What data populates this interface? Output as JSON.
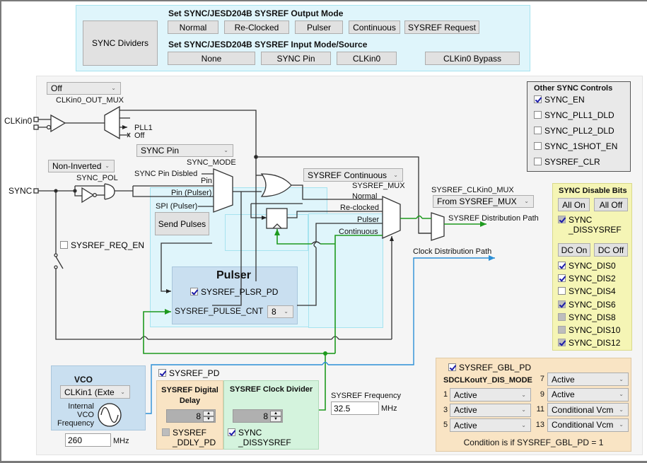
{
  "top_panel": {
    "sync_dividers_label": "SYNC Dividers",
    "output_mode_title": "Set SYNC/JESD204B SYSREF Output Mode",
    "output_mode_buttons": [
      "Normal",
      "Re-Clocked",
      "Pulser",
      "Continuous",
      "SYSREF Request"
    ],
    "input_mode_title": "Set SYNC/JESD204B SYSREF Input Mode/Source",
    "input_mode_buttons": [
      "None",
      "SYNC Pin",
      "CLKin0",
      "CLKin0 Bypass"
    ]
  },
  "diagram": {
    "clkin0_out_mux": {
      "value": "Off",
      "label": "CLKin0_OUT_MUX"
    },
    "clkin0_label": "CLKin0",
    "pll1_label": "PLL1",
    "off_label": "Off",
    "sync_label": "SYNC",
    "sync_pol": {
      "value": "Non-Inverted",
      "label": "SYNC_POL"
    },
    "sync_mode": {
      "value": "SYNC Pin",
      "label": "SYNC_MODE"
    },
    "sync_mode_inputs": [
      "SYNC Pin Disbled",
      "Pin",
      "Pin (Pulser)",
      "SPI (Pulser)"
    ],
    "send_pulses_label": "Send Pulses",
    "sysref_req_en": {
      "label": "SYSREF_REQ_EN",
      "checked": false
    },
    "sysref_mux": {
      "value": "SYSREF Continuous",
      "label": "SYSREF_MUX"
    },
    "sysref_mux_inputs": [
      "Normal",
      "Re-clocked",
      "Pulser",
      "Continuous"
    ],
    "sysref_clkin0_mux": {
      "label": "SYSREF_CLKin0_MUX",
      "value": "From SYSREF_MUX"
    },
    "sysref_distribution_path": "SYSREF Distribution Path",
    "clock_distribution_path": "Clock Distribution Path",
    "pulser": {
      "title": "Pulser",
      "plsr_pd": {
        "label": "SYSREF_PLSR_PD",
        "checked": true
      },
      "pulse_cnt_label": "SYSREF_PULSE_CNT",
      "pulse_cnt_value": "8"
    }
  },
  "other_sync_controls": {
    "title": "Other SYNC Controls",
    "items": [
      {
        "label": "SYNC_EN",
        "checked": true
      },
      {
        "label": "SYNC_PLL1_DLD",
        "checked": false
      },
      {
        "label": "SYNC_PLL2_DLD",
        "checked": false
      },
      {
        "label": "SYNC_1SHOT_EN",
        "checked": false
      },
      {
        "label": "SYSREF_CLR",
        "checked": false
      }
    ]
  },
  "sync_disable_bits": {
    "title": "SYNC Disable Bits",
    "all_on": "All On",
    "all_off": "All Off",
    "dissysref": {
      "label_line1": "SYNC",
      "label_line2": "_DISSYSREF",
      "checked": true,
      "disabled": true
    },
    "dc_on": "DC On",
    "dc_off": "DC Off",
    "items": [
      {
        "label": "SYNC_DIS0",
        "checked": true,
        "disabled": false
      },
      {
        "label": "SYNC_DIS2",
        "checked": true,
        "disabled": false
      },
      {
        "label": "SYNC_DIS4",
        "checked": false,
        "disabled": false
      },
      {
        "label": "SYNC_DIS6",
        "checked": true,
        "disabled": true
      },
      {
        "label": "SYNC_DIS8",
        "checked": false,
        "disabled": true
      },
      {
        "label": "SYNC_DIS10",
        "checked": false,
        "disabled": true
      },
      {
        "label": "SYNC_DIS12",
        "checked": true,
        "disabled": true
      }
    ]
  },
  "vco": {
    "title": "VCO",
    "source_value": "CLKin1 (Exte",
    "freq_label_lines": [
      "Internal",
      "VCO",
      "Frequency"
    ],
    "freq_value": "260",
    "freq_unit": "MHz"
  },
  "sysref_pd": {
    "label": "SYSREF_PD",
    "checked": true
  },
  "digital_delay": {
    "title_line1": "SYSREF Digital",
    "title_line2": "Delay",
    "value": "8",
    "ddly_pd": {
      "label_line1": "SYSREF",
      "label_line2": "_DDLY_PD",
      "checked": false,
      "disabled": true
    }
  },
  "clock_divider": {
    "title": "SYSREF Clock Divider",
    "value": "8",
    "dissysref": {
      "label_line1": "SYNC",
      "label_line2": "_DISSYSREF",
      "checked": true
    }
  },
  "sysref_frequency": {
    "label": "SYSREF Frequency",
    "value": "32.5",
    "unit": "MHz"
  },
  "global": {
    "gbl_pd": {
      "label": "SYSREF_GBL_PD",
      "checked": true
    },
    "dis_mode_title": "SDCLKoutY_DIS_MODE",
    "left": [
      {
        "num": "1",
        "value": "Active"
      },
      {
        "num": "3",
        "value": "Active"
      },
      {
        "num": "5",
        "value": "Active"
      }
    ],
    "right": [
      {
        "num": "7",
        "value": "Active"
      },
      {
        "num": "9",
        "value": "Active"
      },
      {
        "num": "11",
        "value": "Conditional Vcm"
      },
      {
        "num": "13",
        "value": "Conditional Vcm"
      }
    ],
    "condition_note": "Condition is if SYSREF_GBL_PD = 1"
  },
  "colors": {
    "green_path": "#1e9a1e",
    "blue_path": "#2b8fd6",
    "wire": "#333333",
    "cyan_panel": "#dff5fb",
    "yellow_panel": "#f5f5b5",
    "orange_panel": "#f9e4c4",
    "green_panel": "#d4f3dd",
    "blue_panel": "#c9dff0"
  }
}
